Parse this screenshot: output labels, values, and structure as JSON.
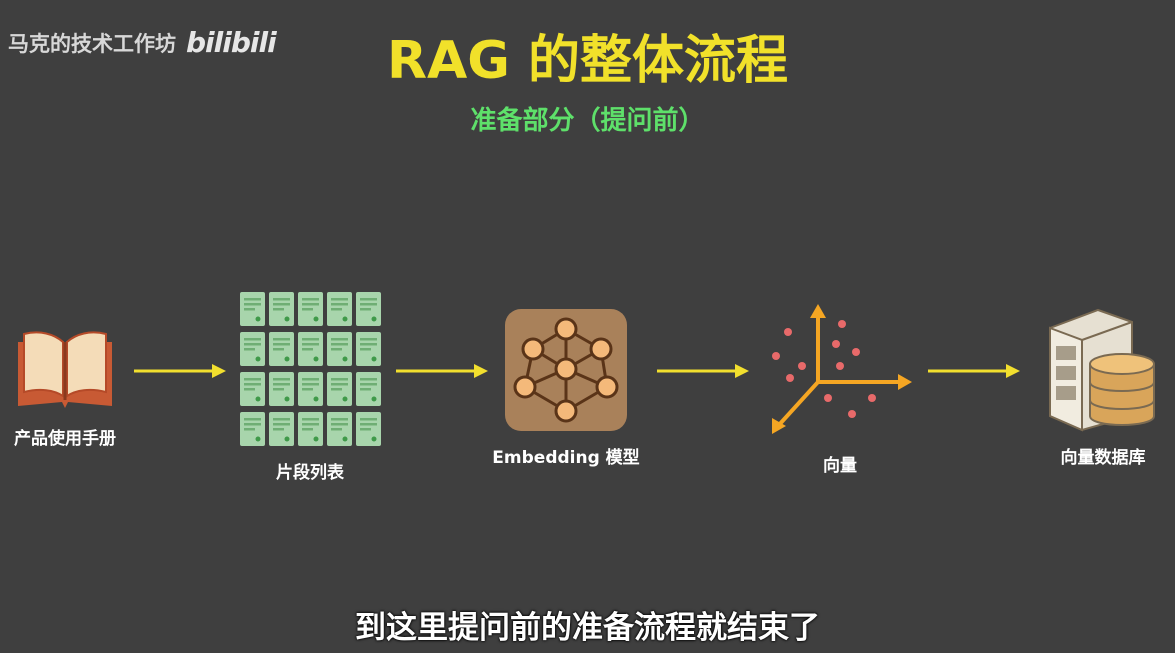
{
  "watermark": {
    "channel": "马克的技术工作坊",
    "logo": "bilibili"
  },
  "title": "RAG 的整体流程",
  "subtitle": "准备部分（提问前）",
  "steps": [
    {
      "label": "产品使用手册",
      "icon": "book-icon"
    },
    {
      "label": "片段列表",
      "icon": "chunk-grid-icon"
    },
    {
      "label": "Embedding 模型",
      "icon": "neural-network-icon"
    },
    {
      "label": "向量",
      "icon": "vector-space-icon"
    },
    {
      "label": "向量数据库",
      "icon": "database-server-icon"
    }
  ],
  "subcaption": "到这里提问前的准备流程就结束了",
  "colors": {
    "background": "#3f3f3f",
    "title": "#f1e12a",
    "subtitle": "#5ee06a",
    "arrow": "#f2df2e",
    "chunk": "#a8d5ac",
    "vector_axis": "#f5a623",
    "vector_point": "#e86a6a"
  }
}
